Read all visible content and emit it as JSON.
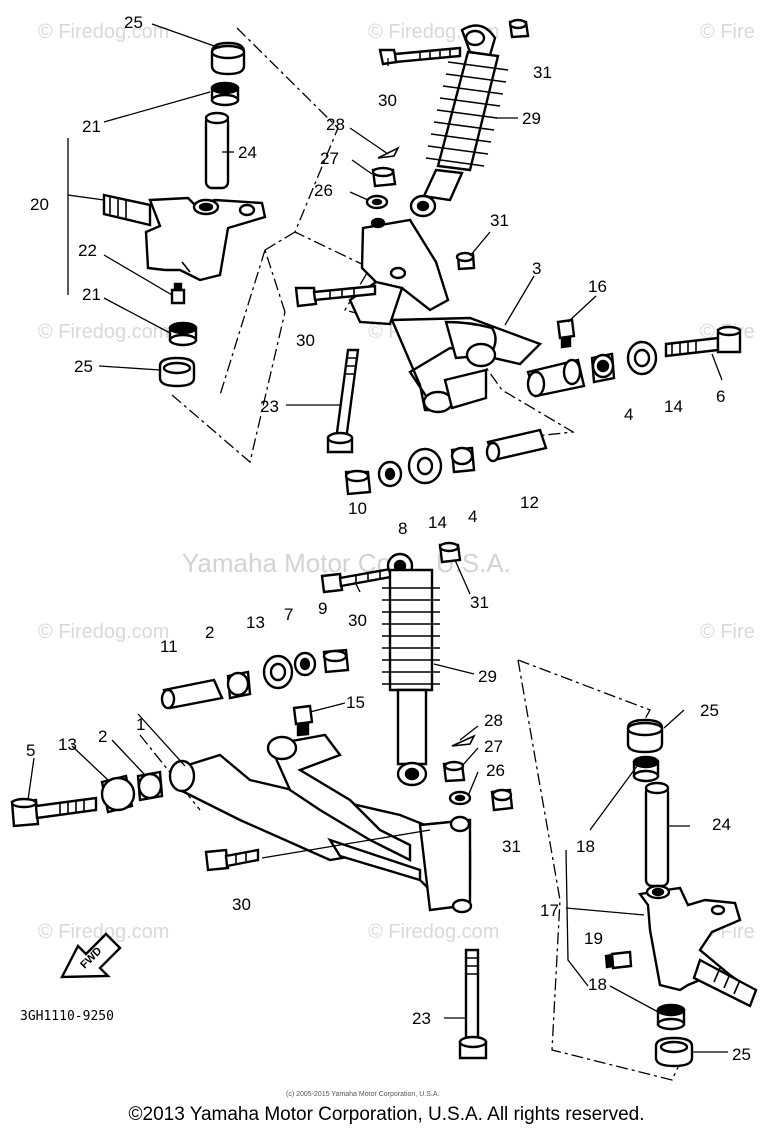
{
  "watermark": {
    "site": "© Firedog.com",
    "site_edge": "© Fire",
    "center_company": "Yamaha Motor Corp., U.S.A."
  },
  "diagram_code": "3GH1110-9250",
  "fwd_label": "FWD",
  "fine_print": "(c) 2005-2015 Yamaha Motor Corporation, U.S.A.",
  "copyright": "©2013 Yamaha Motor Corporation, U.S.A. All rights reserved.",
  "labels": {
    "upper": {
      "n25a": "25",
      "n21a": "21",
      "n24a": "24",
      "n20": "20",
      "n22": "22",
      "n21b": "21",
      "n25b": "25",
      "n30a": "30",
      "n31a": "31",
      "n29a": "29",
      "n28a": "28",
      "n27a": "27",
      "n26a": "26",
      "n31b": "31",
      "n3": "3",
      "n16": "16",
      "n30b": "30",
      "n23a": "23",
      "n4a": "4",
      "n14a": "14",
      "n6": "6",
      "n10": "10",
      "n8": "8",
      "n14b": "14",
      "n4b": "4",
      "n12": "12"
    },
    "lower": {
      "n30c": "30",
      "n31c": "31",
      "n11": "11",
      "n2a": "2",
      "n13a": "13",
      "n7": "7",
      "n9": "9",
      "n29b": "29",
      "n15": "15",
      "n1": "1",
      "n5": "5",
      "n13b": "13",
      "n2b": "2",
      "n28b": "28",
      "n27b": "27",
      "n26b": "26",
      "n31d": "31",
      "n25c": "25",
      "n24b": "24",
      "n18a": "18",
      "n30d": "30",
      "n17": "17",
      "n19": "19",
      "n18b": "18",
      "n23b": "23",
      "n25d": "25"
    }
  }
}
